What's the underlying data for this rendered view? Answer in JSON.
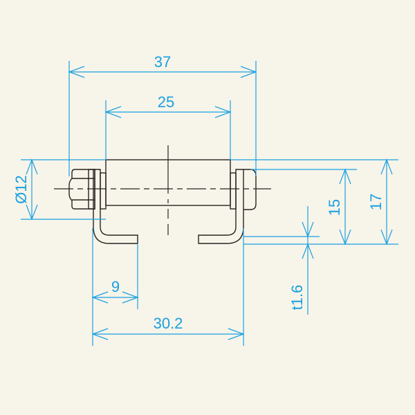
{
  "drawing": {
    "title": "Hinge roller with brackets - technical drawing",
    "colors": {
      "background": "#f7f4ea",
      "dimension": "#1aa0e0",
      "outline": "#2a2220"
    },
    "dimensions": {
      "overall_width": "37",
      "roller_length": "25",
      "roller_diameter": "Ø12",
      "height_inner": "15",
      "height_overall": "17",
      "thickness": "t1.6",
      "flange_width": "9",
      "bracket_span": "30.2"
    }
  }
}
